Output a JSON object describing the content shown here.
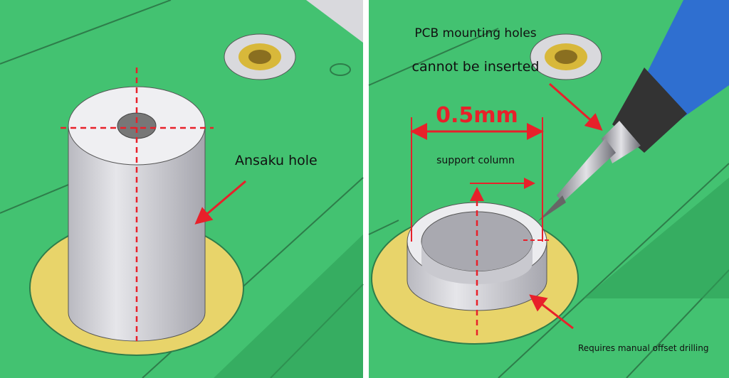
{
  "left_panel": {
    "label": "Ansaku hole"
  },
  "right_panel": {
    "title_line1": "PCB mounting holes",
    "title_line2": "cannot be inserted",
    "dimension": "0.5mm",
    "column_label": "support column",
    "note": "Requires manual offset drilling"
  },
  "colors": {
    "board": "#3fbf6c",
    "pad": "#e8d46a",
    "annotation": "#e8202a",
    "metal": "#d8d8dc"
  }
}
